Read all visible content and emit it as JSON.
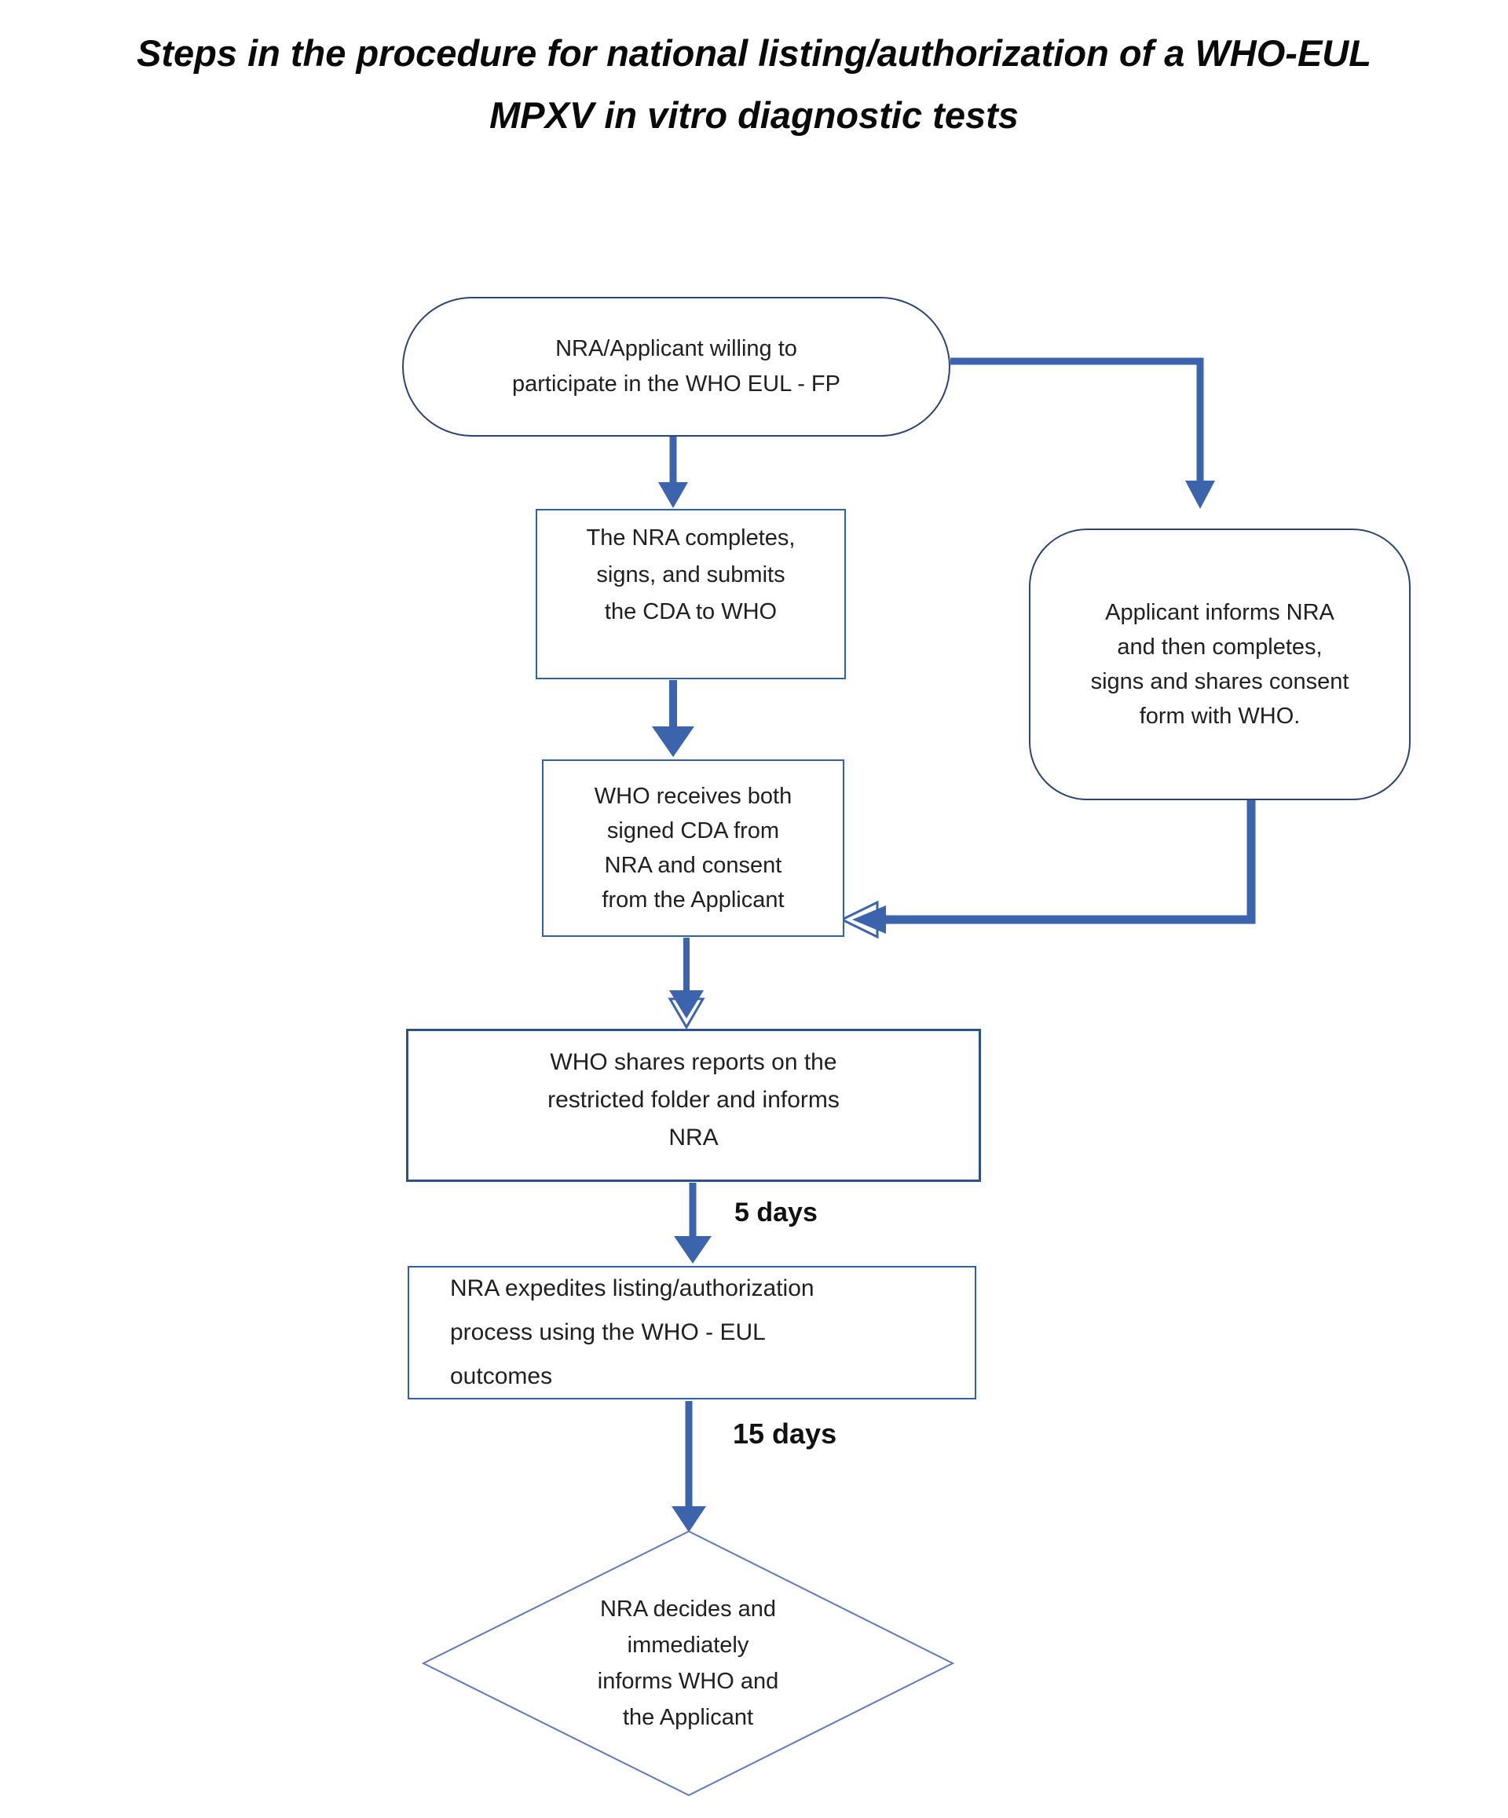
{
  "title": {
    "lines": [
      "Steps in the procedure for national listing/authorization of a WHO-EUL",
      "MPXV in vitro diagnostic tests"
    ]
  },
  "nodes": {
    "start": {
      "type": "terminator",
      "lines": [
        "NRA/Applicant willing to",
        "participate in the WHO EUL - FP"
      ]
    },
    "nra_cda": {
      "type": "process",
      "lines": [
        "The NRA completes,",
        "signs, and submits",
        "the CDA to WHO"
      ]
    },
    "applicant_consent": {
      "type": "terminator",
      "lines": [
        "Applicant informs NRA",
        "and then completes,",
        "signs and shares consent",
        "form with WHO."
      ]
    },
    "who_receives": {
      "type": "process",
      "lines": [
        "WHO receives both",
        "signed CDA from",
        "NRA and consent",
        "from the Applicant"
      ]
    },
    "who_shares": {
      "type": "process",
      "lines": [
        "WHO shares reports on the",
        "restricted folder and informs",
        "NRA"
      ]
    },
    "nra_expedites": {
      "type": "process",
      "lines": [
        "NRA expedites listing/authorization",
        "process using the WHO - EUL",
        "outcomes"
      ]
    },
    "decision": {
      "type": "decision",
      "lines": [
        "NRA decides and",
        "immediately",
        "informs WHO and",
        "the Applicant"
      ]
    }
  },
  "labels": {
    "five_days": "5 days",
    "fifteen_days": "15 days"
  },
  "colors": {
    "arrow": "#3c64ad",
    "rect-border": "#31619f",
    "term-border": "#2c4470",
    "heavy-rect-border": "#2e5288",
    "diamond-border": "#6379b5",
    "text": "#202020",
    "label": "#111111"
  }
}
